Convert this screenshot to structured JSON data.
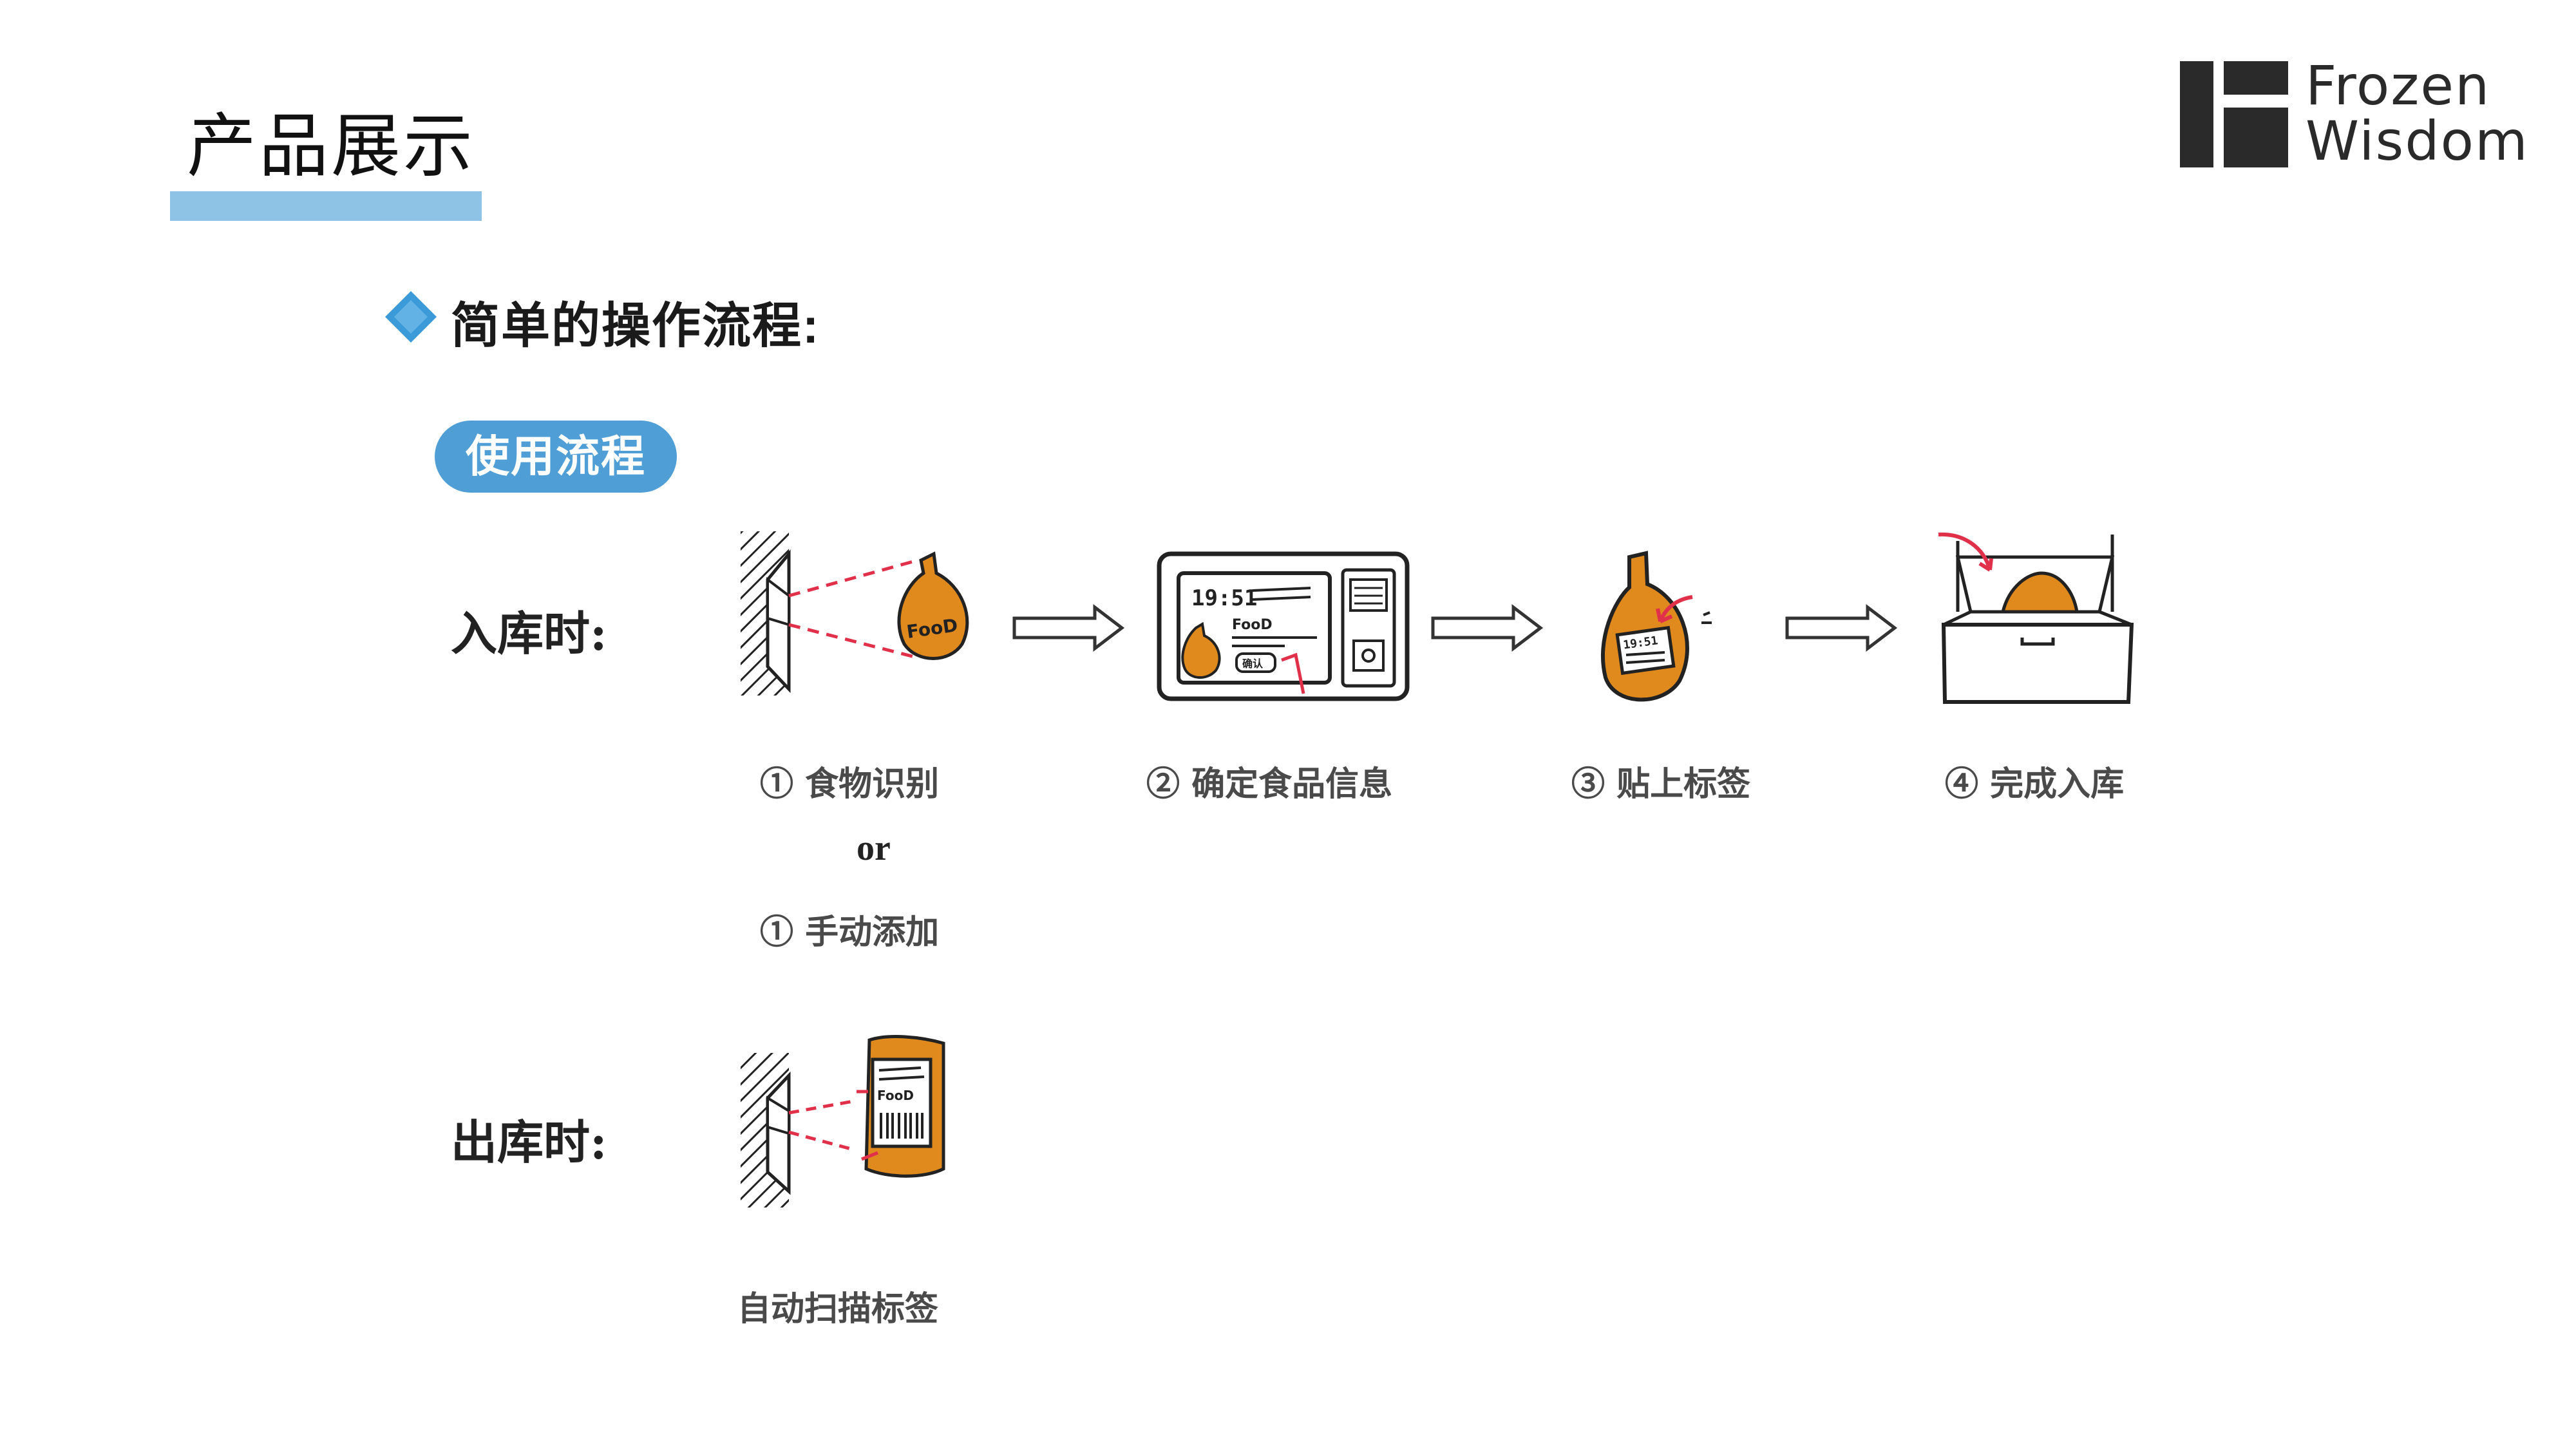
{
  "header": {
    "title": "产品展示",
    "logo": {
      "line1": "Frozen",
      "line2": "Wisdom"
    }
  },
  "section": {
    "heading": "简单的操作流程:",
    "pill_label": "使用流程"
  },
  "inbound": {
    "label": "入库时:",
    "steps": [
      {
        "caption": "① 食物识别",
        "alt_connector": "or",
        "alt_caption": "① 手动添加"
      },
      {
        "caption": "② 确定食品信息"
      },
      {
        "caption": "③ 贴上标签"
      },
      {
        "caption": "④ 完成入库"
      }
    ]
  },
  "outbound": {
    "label": "出库时:",
    "steps": [
      {
        "caption": "自动扫描标签"
      }
    ]
  },
  "illustration_text": {
    "food_word": "FooD",
    "screen_time": "19:51",
    "screen_food": "FooD",
    "confirm_button": "确认"
  },
  "colors": {
    "accent_blue": "#4f9fd6",
    "underline_blue": "#8fc3e6",
    "diamond_blue": "#3d9ad8",
    "food_orange": "#e08a1e",
    "laser_red": "#e0304a",
    "logo_dark": "#2a2a2a"
  }
}
